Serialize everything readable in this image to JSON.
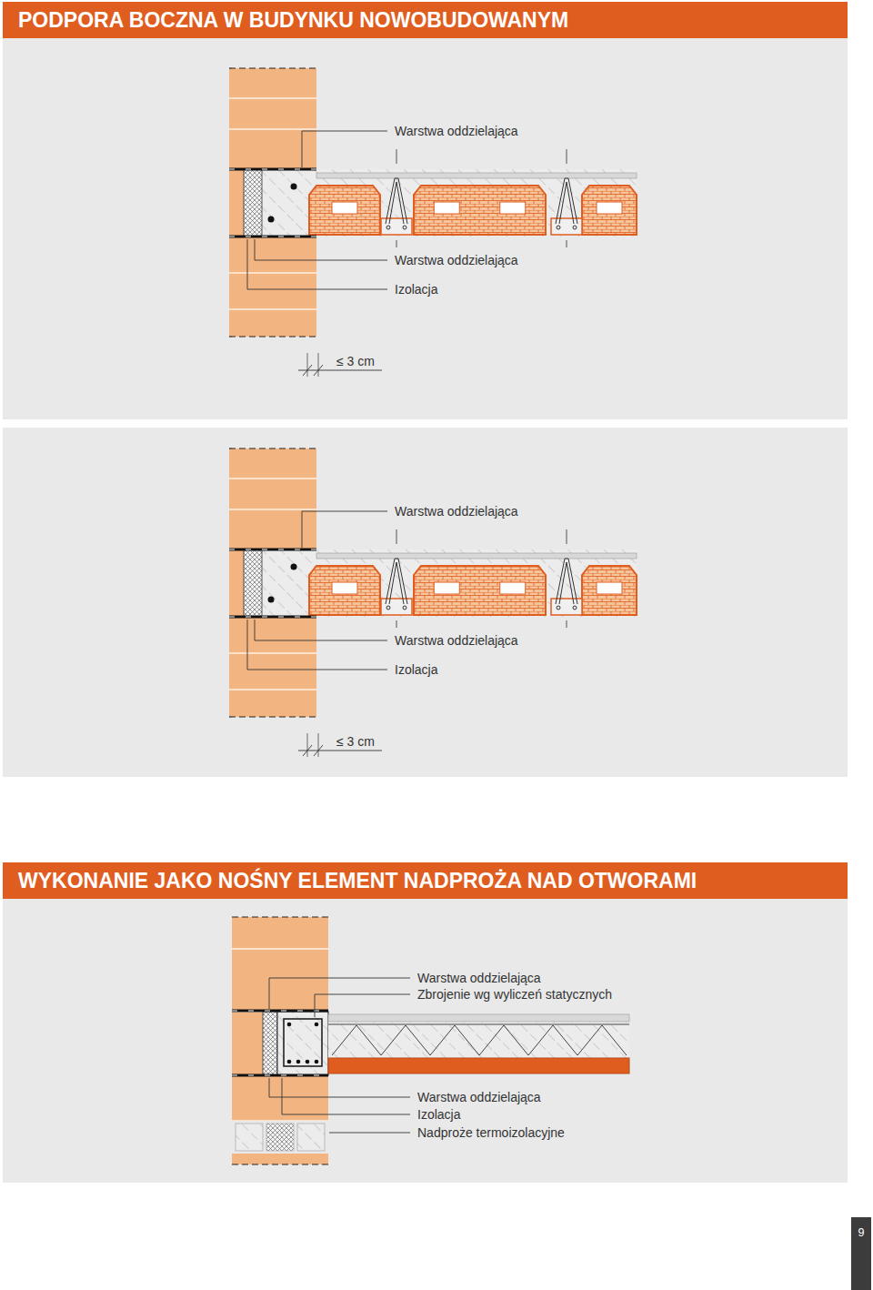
{
  "diagram": {
    "nodes": [
      {
        "text": [
          "PODPORA BOCZNA W BUDYNKU NOWOBUDOWANYM"
        ]
      },
      {
        "text": [
          "WYKONANIE JAKO NOŚNY ELEMENT NADPROŻA NAD OTWORAMI"
        ]
      },
      {
        "text": [
          "9"
        ]
      }
    ],
    "labels": [
      "Warstwa oddzielająca",
      "Warstwa oddzielająca",
      "Izolacja",
      "≤ 3 cm",
      "Warstwa oddzielająca",
      "Warstwa oddzielająca",
      "Izolacja",
      "≤ 3 cm",
      "Warstwa oddzielająca",
      "Zbrojenie wg wyliczeń statycznych",
      "Warstwa oddzielająca",
      "Izolacja",
      "Nadproże termoizolacyjne"
    ]
  }
}
